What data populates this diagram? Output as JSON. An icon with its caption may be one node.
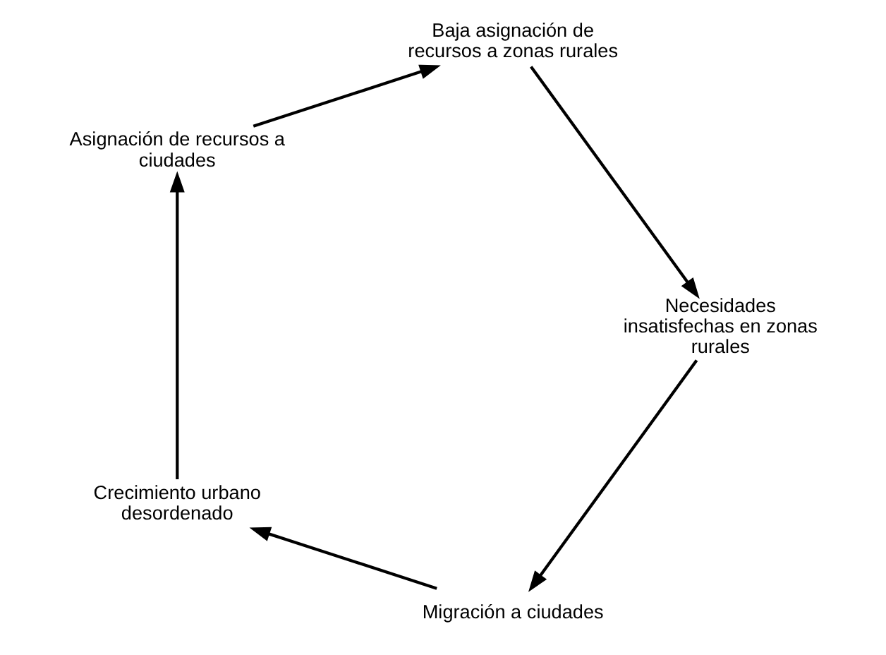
{
  "diagram": {
    "nodes": [
      {
        "text": [
          "Migración a ciudades"
        ]
      },
      {
        "text": [
          "Crecimiento urbano desordenado"
        ]
      },
      {
        "text": [
          "Asignación de recursos a ciudades"
        ]
      },
      {
        "text": [
          "Baja asignación de recursos a zonas rurales"
        ]
      },
      {
        "text": [
          "Necesidades insatisfechas en zonas rurales"
        ]
      }
    ],
    "edges": [
      {
        "from": 0,
        "to": 1,
        "arrow": "to"
      },
      {
        "from": 1,
        "to": 2,
        "arrow": "to"
      },
      {
        "from": 2,
        "to": 3,
        "arrow": "to"
      },
      {
        "from": 3,
        "to": 4,
        "arrow": "to"
      },
      {
        "from": 4,
        "to": 0,
        "arrow": "to"
      }
    ]
  }
}
